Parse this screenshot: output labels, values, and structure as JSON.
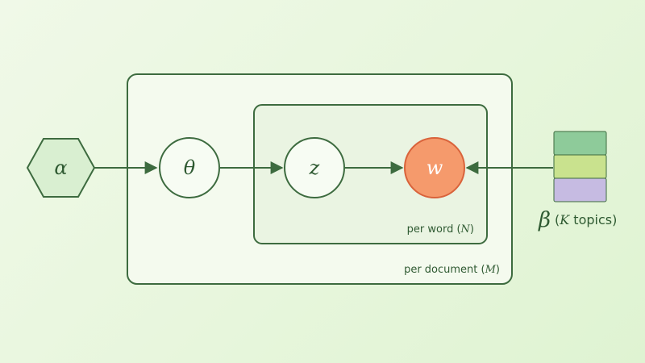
{
  "nodes": {
    "alpha": {
      "symbol": "α"
    },
    "theta": {
      "symbol": "θ"
    },
    "z": {
      "symbol": "z"
    },
    "w": {
      "symbol": "w"
    },
    "beta": {
      "symbol": "β"
    }
  },
  "plates": {
    "word": {
      "label_text": "per word (",
      "label_var": "N",
      "label_close": ")"
    },
    "document": {
      "label_text": "per document (",
      "label_var": "M",
      "label_close": ")"
    }
  },
  "beta_caption": {
    "open": "(",
    "var": "K",
    "text": " topics)"
  },
  "colors": {
    "stroke": "#3d6b3f",
    "plate_fill": "#f4faee",
    "inner_plate_fill": "#eaf4e2",
    "node_fill": "#f7fcf3",
    "observed_fill": "#f59a6c",
    "observed_stroke": "#d9633b",
    "topic_1": "#8ecb9a",
    "topic_2": "#c9e28e",
    "topic_3": "#c6bbe2"
  }
}
